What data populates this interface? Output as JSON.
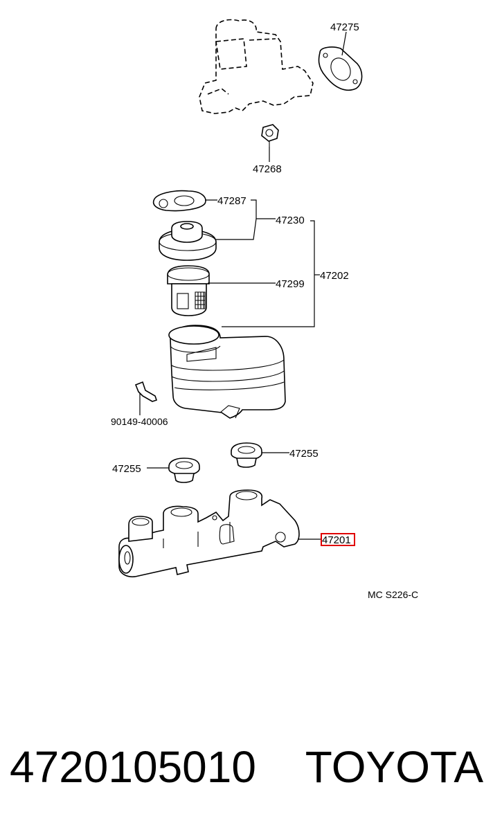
{
  "callouts": {
    "c47275": "47275",
    "c47268": "47268",
    "c47287": "47287",
    "c47230": "47230",
    "c47202": "47202",
    "c47299": "47299",
    "c90149": "90149-40006",
    "c47255a": "47255",
    "c47255b": "47255",
    "c47201": "47201"
  },
  "diagram_code": "MC S226-C",
  "highlight_color": "#e00000",
  "footer": {
    "part_number": "4720105010",
    "brand": "TOYOTA"
  }
}
